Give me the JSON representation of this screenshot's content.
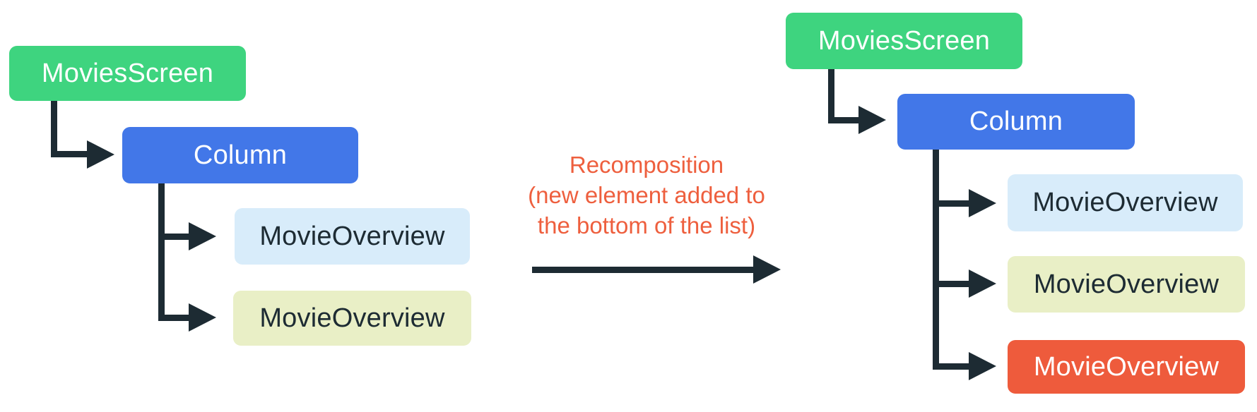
{
  "left_tree": {
    "root": "MoviesScreen",
    "container": "Column",
    "children": [
      "MovieOverview",
      "MovieOverview"
    ]
  },
  "annotation": {
    "lines": [
      "Recomposition",
      "(new element added to",
      "the bottom of the list)"
    ]
  },
  "right_tree": {
    "root": "MoviesScreen",
    "container": "Column",
    "children": [
      "MovieOverview",
      "MovieOverview",
      "MovieOverview"
    ]
  },
  "colors": {
    "root_green": "#3ed47f",
    "container_blue": "#4277e8",
    "child_light_blue": "#d8ecfa",
    "child_light_yellow": "#e9efc6",
    "child_new_orange": "#ee5b3c",
    "connector_navy": "#1d2b33",
    "annotation_orange": "#ee5f3e"
  }
}
